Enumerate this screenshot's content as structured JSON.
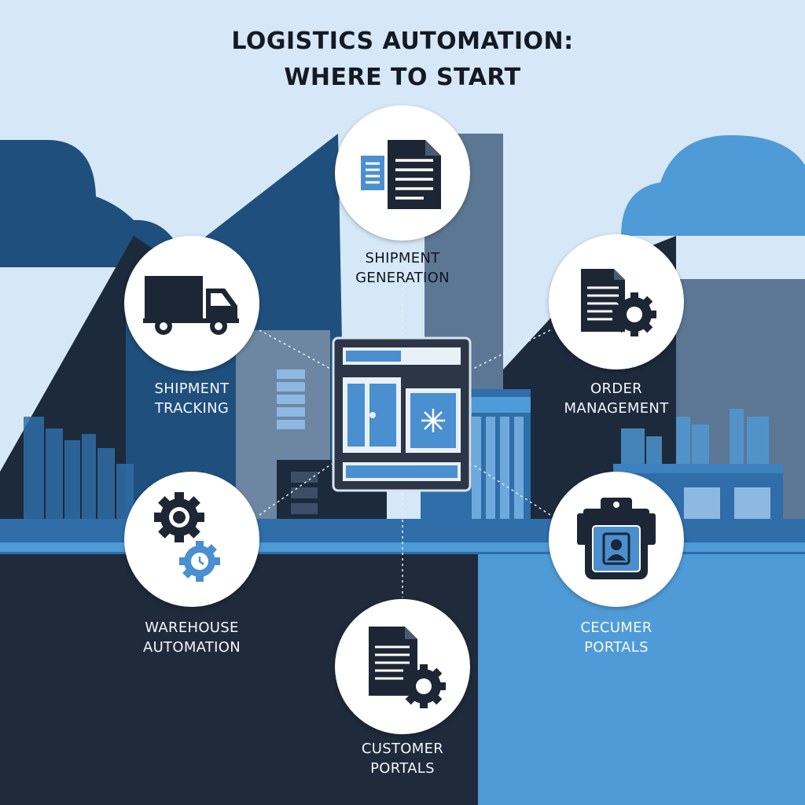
{
  "title": {
    "line1": "LOGISTICS AUTOMATION:",
    "line2": "WHERE TO START"
  },
  "nodes": [
    {
      "id": "shipment-generation",
      "lines": [
        "SHIPMENT",
        "GENERATION"
      ],
      "icon": "document-icon"
    },
    {
      "id": "shipment-tracking",
      "lines": [
        "SHIPMENT",
        "TRACKING"
      ],
      "icon": "truck-icon"
    },
    {
      "id": "order-management",
      "lines": [
        "ORDER",
        "MANAGEMENT"
      ],
      "icon": "document-gear-icon"
    },
    {
      "id": "warehouse-automation",
      "lines": [
        "WAREHOUSE",
        "AUTOMATION"
      ],
      "icon": "gears-icon"
    },
    {
      "id": "cecumer-portals",
      "lines": [
        "CECUMER",
        "PORTALS"
      ],
      "icon": "portal-badge-icon"
    },
    {
      "id": "customer-portals",
      "lines": [
        "CUSTOMER",
        "PORTALS"
      ],
      "icon": "document-gear-icon"
    }
  ],
  "hub": {
    "icon": "dashboard-icon"
  },
  "colors": {
    "sky": "#d6e8f8",
    "navy": "#1f2a3a",
    "deep_blue": "#1f4f7c",
    "mid_blue": "#2f6ea8",
    "bright_blue": "#4f9bd7",
    "slate": "#5c7794",
    "icon_dark": "#1c2634",
    "icon_accent": "#4a8fd0"
  }
}
